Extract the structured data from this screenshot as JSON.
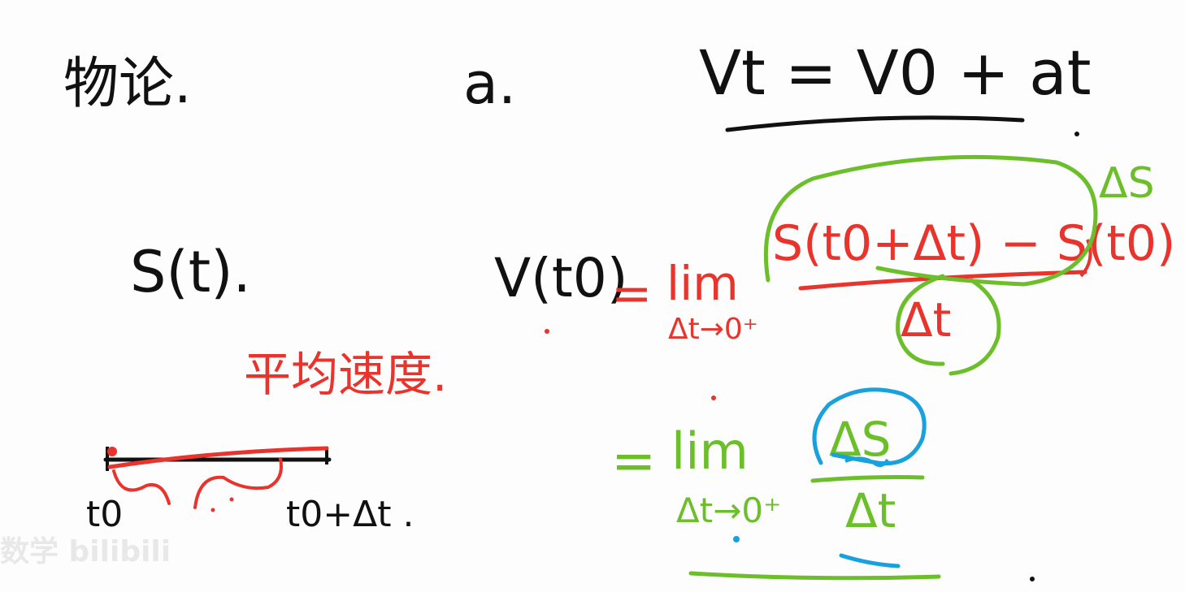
{
  "colors": {
    "ink_black": "#111111",
    "ink_red": "#e8342c",
    "ink_green": "#6cbf2a",
    "ink_blue": "#1aa0dc"
  },
  "top_row": {
    "label_1": "物论.",
    "label_2": "a.",
    "formula": "Vt = V0 + at"
  },
  "left": {
    "function": "S(t).",
    "red_note": "平均速度.",
    "tick_start": "t0",
    "tick_end": "t0+Δt ."
  },
  "derivation": {
    "lhs": "V(t0)",
    "eq_red": "=",
    "lim_red": "lim",
    "lim_red_sub": "Δt→0⁺",
    "numerator": "S(t0+Δt) − S(t0)",
    "denominator": "Δt",
    "green_tag": "ΔS",
    "eq_green": "=",
    "lim_green": "lim",
    "lim_green_sub": "Δt→0⁺",
    "frac_num": "ΔS",
    "frac_den": "Δt"
  },
  "watermark": "数学 bilibili"
}
